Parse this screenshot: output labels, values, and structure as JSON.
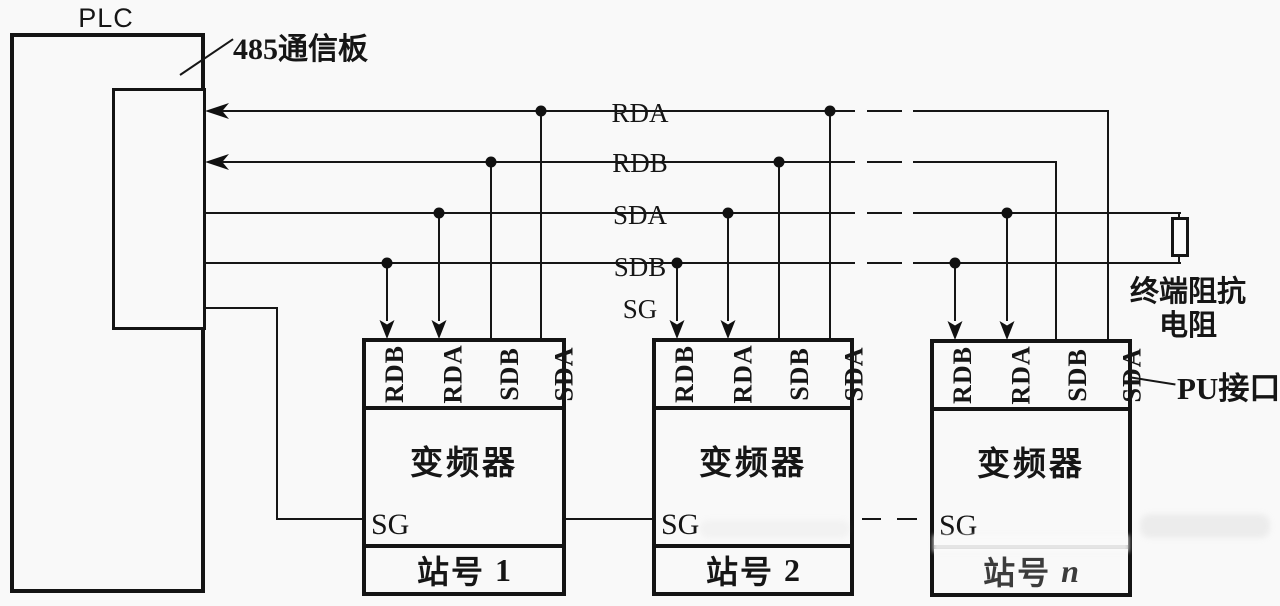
{
  "plc": {
    "title": "PLC"
  },
  "comm_board": {
    "label": "485通信板",
    "terminals": [
      "RDA",
      "RDB",
      "SDA",
      "SDB",
      "SG"
    ]
  },
  "inverters": [
    {
      "title": "变频器",
      "terminals": [
        "RDB",
        "RDA",
        "SDB",
        "SDA"
      ],
      "sg": "SG",
      "station_prefix": "站号",
      "station_num": "1"
    },
    {
      "title": "变频器",
      "terminals": [
        "RDB",
        "RDA",
        "SDB",
        "SDA"
      ],
      "sg": "SG",
      "station_prefix": "站号",
      "station_num": "2"
    },
    {
      "title": "变频器",
      "terminals": [
        "RDB",
        "RDA",
        "SDB",
        "SDA"
      ],
      "sg": "SG",
      "station_prefix": "站号",
      "station_num": "n"
    }
  ],
  "labels": {
    "terminating_resistor_line1": "终端阻抗",
    "terminating_resistor_line2": "电阻",
    "pu_port": "PU接口"
  },
  "colors": {
    "wire": "#161616",
    "background": "#f9f9f9"
  }
}
